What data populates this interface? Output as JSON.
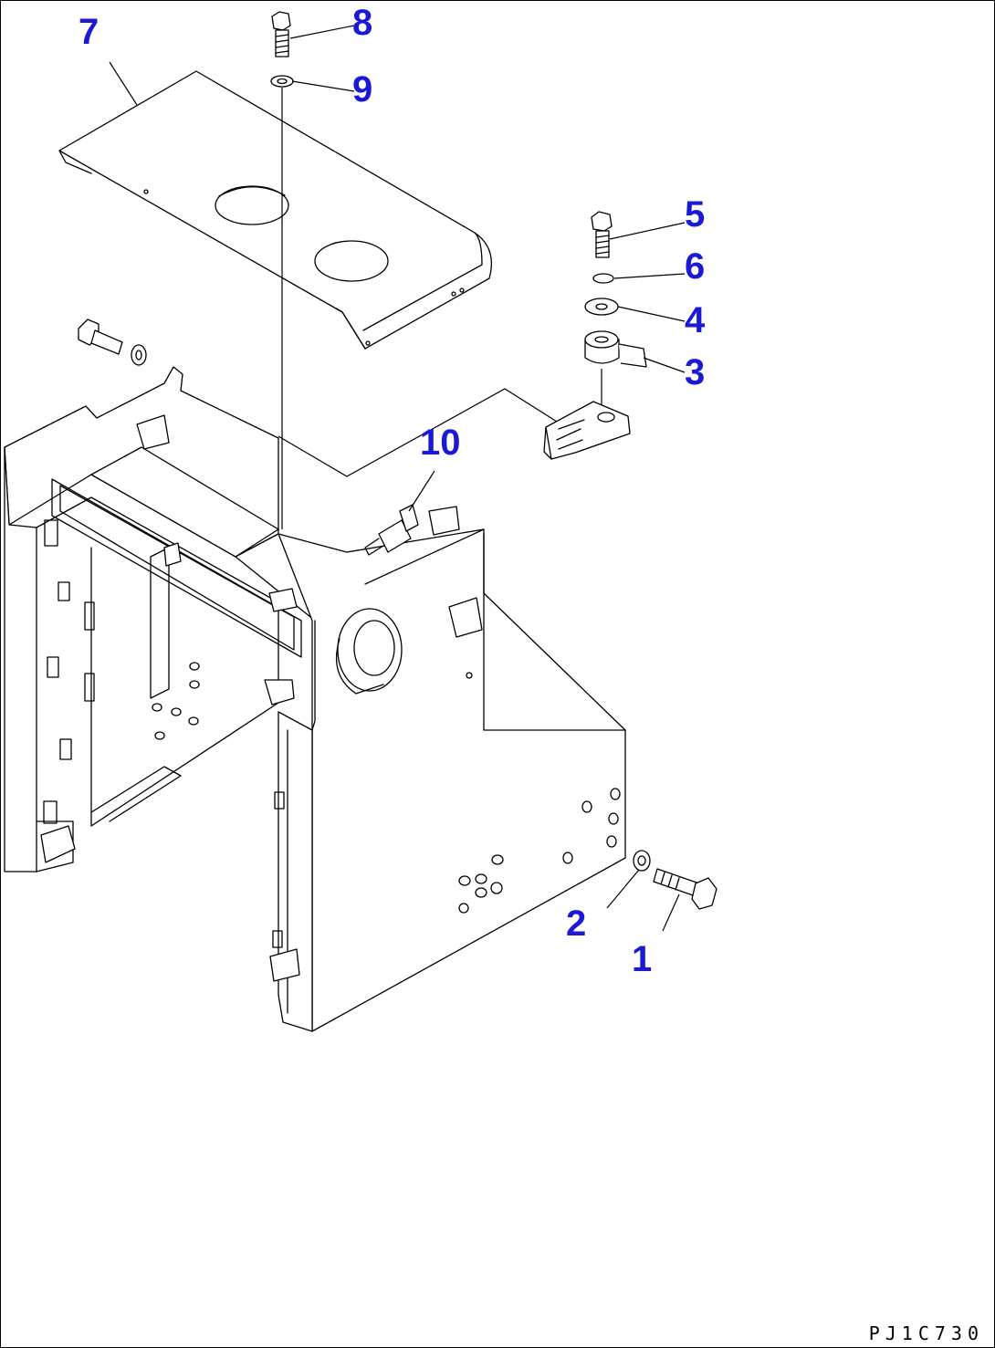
{
  "diagram": {
    "callouts": [
      {
        "id": "c1",
        "label": "1"
      },
      {
        "id": "c2",
        "label": "2"
      },
      {
        "id": "c3",
        "label": "3"
      },
      {
        "id": "c4",
        "label": "4"
      },
      {
        "id": "c5",
        "label": "5"
      },
      {
        "id": "c6",
        "label": "6"
      },
      {
        "id": "c7",
        "label": "7"
      },
      {
        "id": "c8",
        "label": "8"
      },
      {
        "id": "c9",
        "label": "9"
      },
      {
        "id": "c10",
        "label": "10"
      }
    ],
    "drawing_code": "PJ1C730",
    "callout_color": "#1a1ad6",
    "line_color": "#000000"
  }
}
